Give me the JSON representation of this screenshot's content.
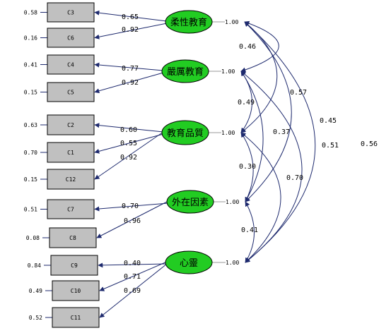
{
  "factors": [
    {
      "id": "F1",
      "label": "柔性教育",
      "variance": "1.00"
    },
    {
      "id": "F2",
      "label": "嚴厲教育",
      "variance": "1.00"
    },
    {
      "id": "F3",
      "label": "教育品質",
      "variance": "1.00"
    },
    {
      "id": "F4",
      "label": "外在因素",
      "variance": "1.00"
    },
    {
      "id": "F5",
      "label": "心靈",
      "variance": "1.00"
    }
  ],
  "indicators": [
    {
      "label": "C3",
      "error": "0.58",
      "factor": "F1",
      "loading": "0.65"
    },
    {
      "label": "C6",
      "error": "0.16",
      "factor": "F1",
      "loading": "0.92"
    },
    {
      "label": "C4",
      "error": "0.41",
      "factor": "F2",
      "loading": "0.77"
    },
    {
      "label": "C5",
      "error": "0.15",
      "factor": "F2",
      "loading": "0.92"
    },
    {
      "label": "C2",
      "error": "0.63",
      "factor": "F3",
      "loading": "0.60"
    },
    {
      "label": "C1",
      "error": "0.70",
      "factor": "F3",
      "loading": "0.55"
    },
    {
      "label": "C12",
      "error": "0.15",
      "factor": "F3",
      "loading": "0.92"
    },
    {
      "label": "C7",
      "error": "0.51",
      "factor": "F4",
      "loading": "0.70"
    },
    {
      "label": "C8",
      "error": "0.08",
      "factor": "F4",
      "loading": "0.96"
    },
    {
      "label": "C9",
      "error": "0.84",
      "factor": "F5",
      "loading": "0.40"
    },
    {
      "label": "C10",
      "error": "0.49",
      "factor": "F5",
      "loading": "0.71"
    },
    {
      "label": "C11",
      "error": "0.52",
      "factor": "F5",
      "loading": "0.69"
    }
  ],
  "correlations": [
    {
      "from": "F1",
      "to": "F2",
      "value": "0.46"
    },
    {
      "from": "F1",
      "to": "F3",
      "value": "0.57"
    },
    {
      "from": "F1",
      "to": "F4",
      "value": "0.45"
    },
    {
      "from": "F1",
      "to": "F5",
      "value": "0.56"
    },
    {
      "from": "F2",
      "to": "F3",
      "value": "0.49"
    },
    {
      "from": "F2",
      "to": "F4",
      "value": "0.37"
    },
    {
      "from": "F2",
      "to": "F5",
      "value": "0.51"
    },
    {
      "from": "F3",
      "to": "F4",
      "value": "0.30"
    },
    {
      "from": "F3",
      "to": "F5",
      "value": "0.70"
    },
    {
      "from": "F4",
      "to": "F5",
      "value": "0.41"
    }
  ],
  "colors": {
    "factor_fill": "#22cc22",
    "indicator_fill": "#c0c0c0",
    "path_line": "#1e2a6e"
  }
}
